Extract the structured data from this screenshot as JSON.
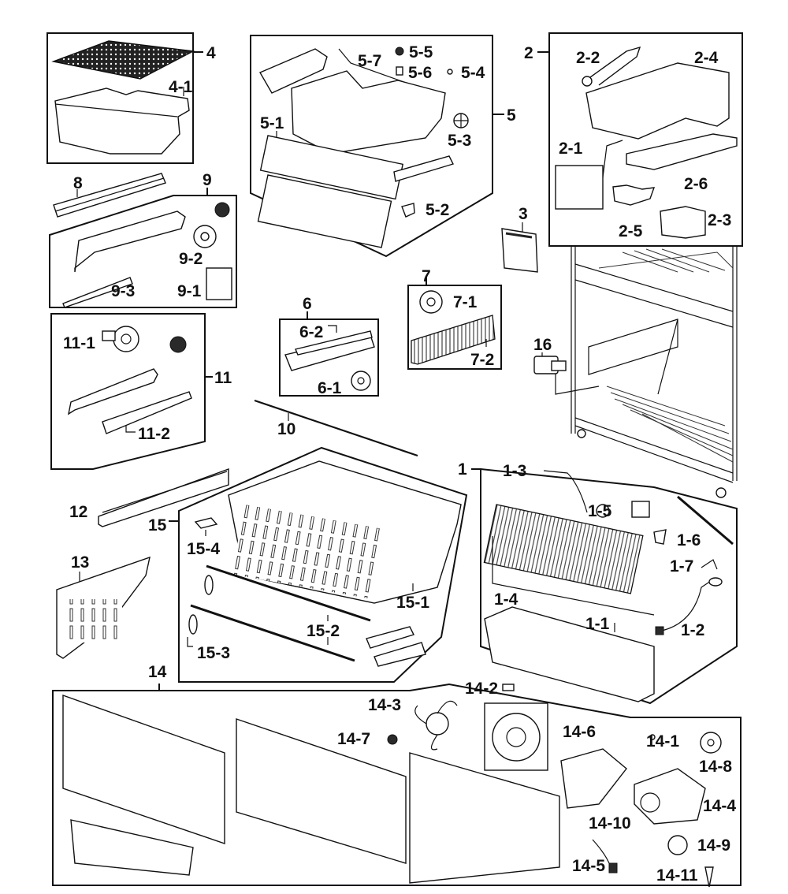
{
  "diagram": {
    "type": "exploded-parts-diagram",
    "subject": "refrigerator freezer section parts",
    "groups": [
      {
        "id": "4",
        "label": "4",
        "parts": [
          {
            "label": "4-1"
          }
        ]
      },
      {
        "id": "5",
        "label": "5",
        "parts": [
          {
            "label": "5-1"
          },
          {
            "label": "5-2"
          },
          {
            "label": "5-3"
          },
          {
            "label": "5-4"
          },
          {
            "label": "5-5"
          },
          {
            "label": "5-6"
          },
          {
            "label": "5-7"
          }
        ]
      },
      {
        "id": "2",
        "label": "2",
        "parts": [
          {
            "label": "2-1"
          },
          {
            "label": "2-2"
          },
          {
            "label": "2-3"
          },
          {
            "label": "2-4"
          },
          {
            "label": "2-5"
          },
          {
            "label": "2-6"
          }
        ]
      },
      {
        "id": "3",
        "label": "3",
        "parts": []
      },
      {
        "id": "8",
        "label": "8",
        "parts": []
      },
      {
        "id": "9",
        "label": "9",
        "parts": [
          {
            "label": "9-1"
          },
          {
            "label": "9-2"
          },
          {
            "label": "9-3"
          }
        ]
      },
      {
        "id": "6",
        "label": "6",
        "parts": [
          {
            "label": "6-1"
          },
          {
            "label": "6-2"
          }
        ]
      },
      {
        "id": "7",
        "label": "7",
        "parts": [
          {
            "label": "7-1"
          },
          {
            "label": "7-2"
          }
        ]
      },
      {
        "id": "11",
        "label": "11",
        "parts": [
          {
            "label": "11-1"
          },
          {
            "label": "11-2"
          }
        ]
      },
      {
        "id": "16",
        "label": "16",
        "parts": []
      },
      {
        "id": "10",
        "label": "10",
        "parts": []
      },
      {
        "id": "12",
        "label": "12",
        "parts": []
      },
      {
        "id": "13",
        "label": "13",
        "parts": []
      },
      {
        "id": "15",
        "label": "15",
        "parts": [
          {
            "label": "15-1"
          },
          {
            "label": "15-2"
          },
          {
            "label": "15-3"
          },
          {
            "label": "15-4"
          }
        ]
      },
      {
        "id": "1",
        "label": "1",
        "parts": [
          {
            "label": "1-1"
          },
          {
            "label": "1-2"
          },
          {
            "label": "1-3"
          },
          {
            "label": "1-4"
          },
          {
            "label": "1-5"
          },
          {
            "label": "1-6"
          },
          {
            "label": "1-7"
          }
        ]
      },
      {
        "id": "14",
        "label": "14",
        "parts": [
          {
            "label": "14-1"
          },
          {
            "label": "14-2"
          },
          {
            "label": "14-3"
          },
          {
            "label": "14-4"
          },
          {
            "label": "14-5"
          },
          {
            "label": "14-6"
          },
          {
            "label": "14-7"
          },
          {
            "label": "14-8"
          },
          {
            "label": "14-9"
          },
          {
            "label": "14-10"
          },
          {
            "label": "14-11"
          }
        ]
      }
    ]
  },
  "labels": {
    "g4": "4",
    "p4_1": "4-1",
    "g5": "5",
    "p5_1": "5-1",
    "p5_2": "5-2",
    "p5_3": "5-3",
    "p5_4": "5-4",
    "p5_5": "5-5",
    "p5_6": "5-6",
    "p5_7": "5-7",
    "g2": "2",
    "p2_1": "2-1",
    "p2_2": "2-2",
    "p2_3": "2-3",
    "p2_4": "2-4",
    "p2_5": "2-5",
    "p2_6": "2-6",
    "g3": "3",
    "g8": "8",
    "g9": "9",
    "p9_1": "9-1",
    "p9_2": "9-2",
    "p9_3": "9-3",
    "g6": "6",
    "p6_1": "6-1",
    "p6_2": "6-2",
    "g7": "7",
    "p7_1": "7-1",
    "p7_2": "7-2",
    "g11": "11",
    "p11_1": "11-1",
    "p11_2": "11-2",
    "g16": "16",
    "g10": "10",
    "g12": "12",
    "g13": "13",
    "g15": "15",
    "p15_1": "15-1",
    "p15_2": "15-2",
    "p15_3": "15-3",
    "p15_4": "15-4",
    "g1": "1",
    "p1_1": "1-1",
    "p1_2": "1-2",
    "p1_3": "1-3",
    "p1_4": "1-4",
    "p1_5": "1-5",
    "p1_6": "1-6",
    "p1_7": "1-7",
    "g14": "14",
    "p14_1": "14-1",
    "p14_2": "14-2",
    "p14_3": "14-3",
    "p14_4": "14-4",
    "p14_5": "14-5",
    "p14_6": "14-6",
    "p14_7": "14-7",
    "p14_8": "14-8",
    "p14_9": "14-9",
    "p14_10": "14-10",
    "p14_11": "14-11"
  }
}
